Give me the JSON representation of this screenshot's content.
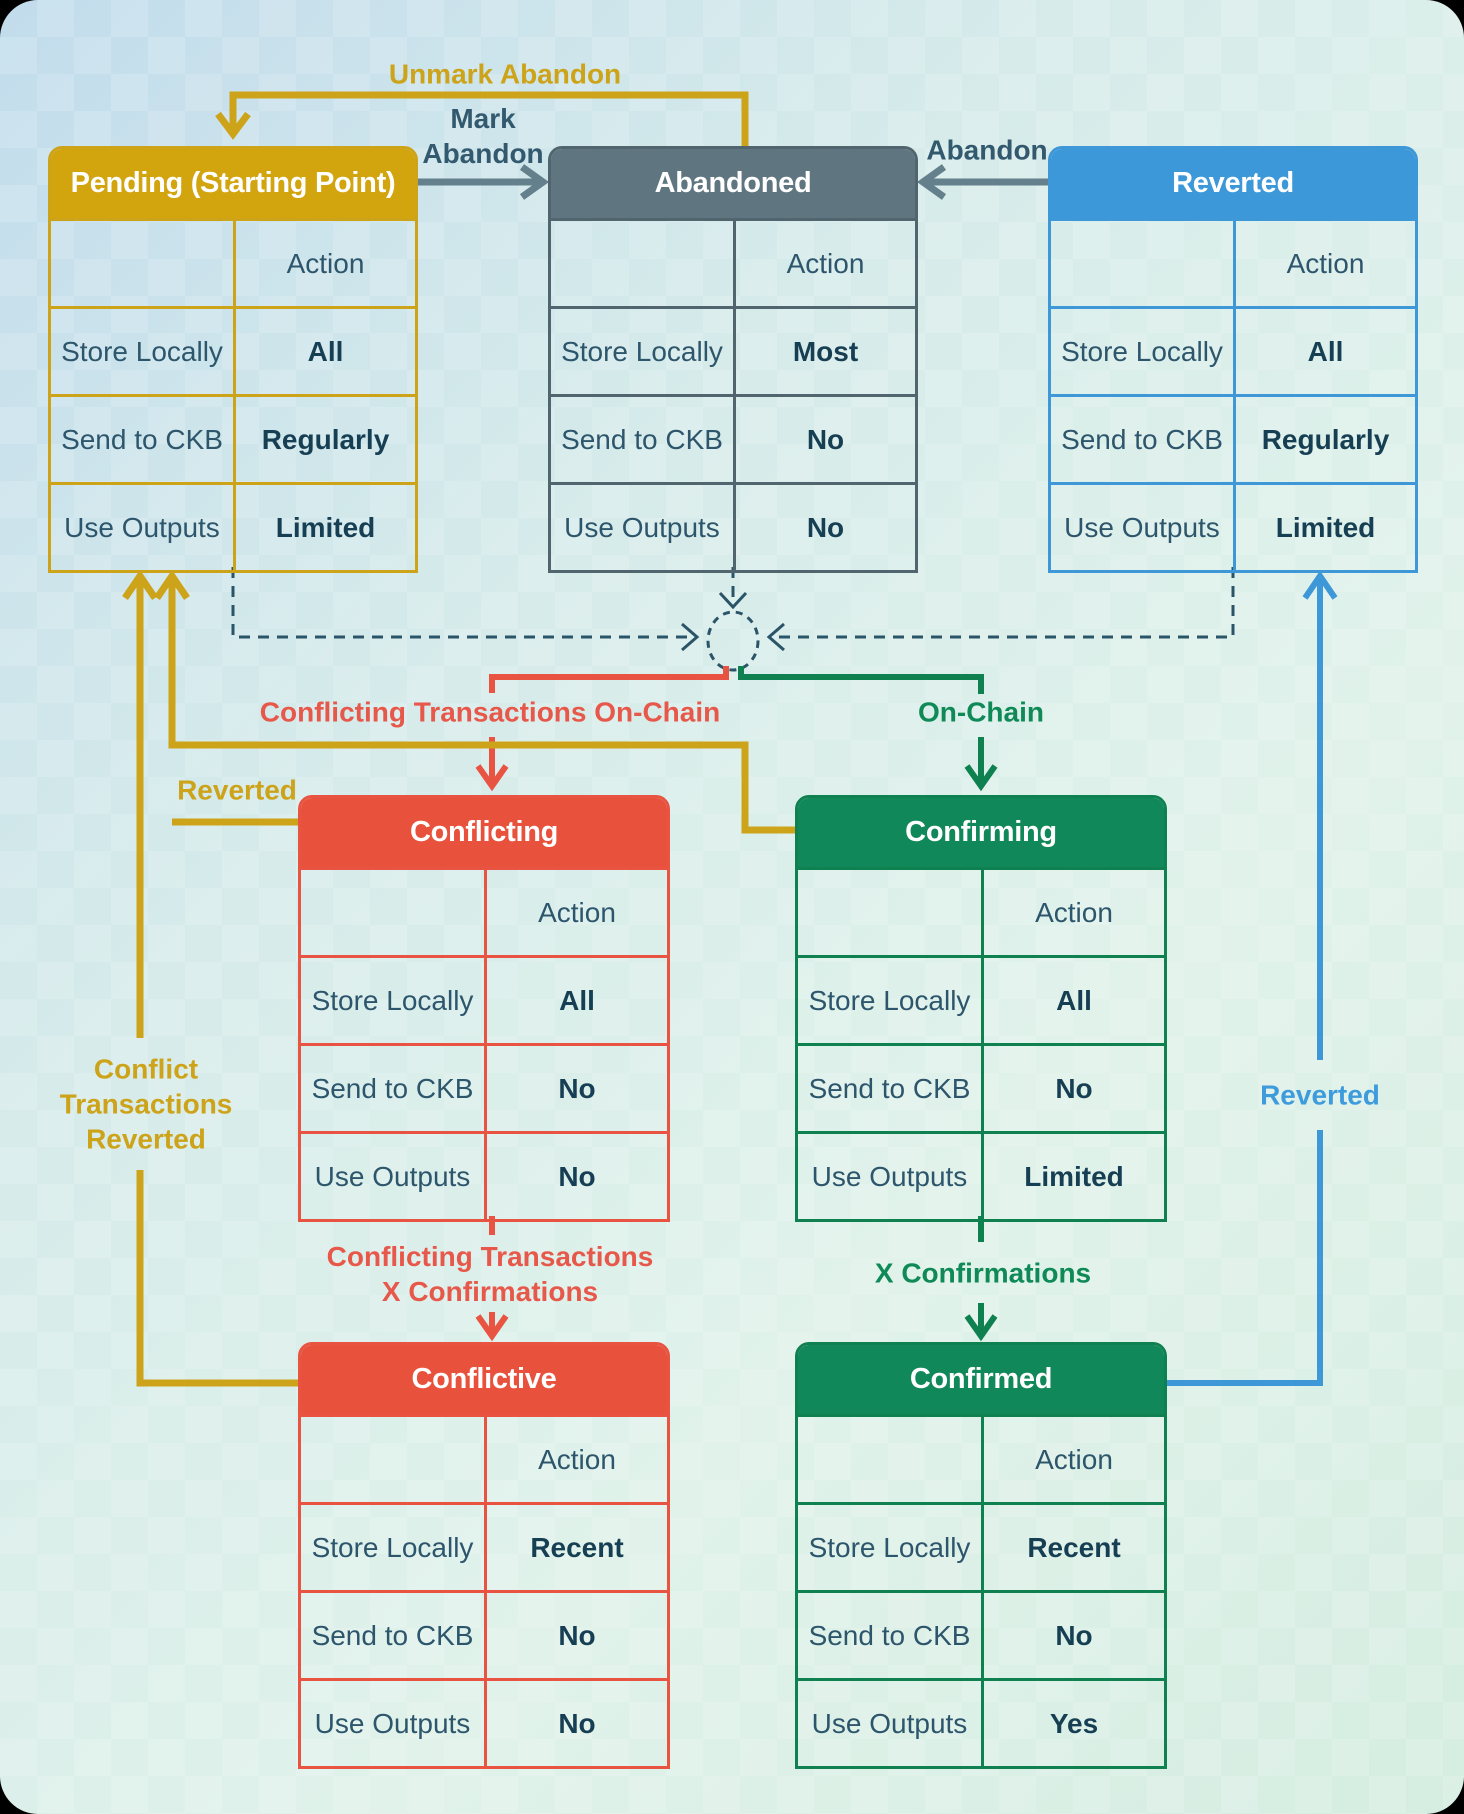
{
  "colors": {
    "gold": "#cda31a",
    "gold_header": "#d2a40e",
    "slate": "#64808c",
    "slate_dark": "#51656f",
    "slate_header": "#5f7681",
    "slate_label": "#33596e",
    "red": "#e85441",
    "red_header": "#e8523c",
    "red_label": "#e7584a",
    "green": "#0f8050",
    "green_header": "#118859",
    "green_label": "#0f8a57",
    "blue": "#3e97d6",
    "blue_header": "#3c98d8",
    "blue_label": "#3e9bdc",
    "dashed": "#2a5468",
    "label_text": "#2d566c",
    "value_text": "#173f54"
  },
  "tables": [
    {
      "key": "pending",
      "title": "Pending (Starting Point)",
      "action_header": "Action",
      "rows": [
        {
          "label": "Store Locally",
          "value": "All"
        },
        {
          "label": "Send to CKB",
          "value": "Regularly"
        },
        {
          "label": "Use Outputs",
          "value": "Limited"
        }
      ]
    },
    {
      "key": "abandoned",
      "title": "Abandoned",
      "action_header": "Action",
      "rows": [
        {
          "label": "Store Locally",
          "value": "Most"
        },
        {
          "label": "Send to CKB",
          "value": "No"
        },
        {
          "label": "Use Outputs",
          "value": "No"
        }
      ]
    },
    {
      "key": "reverted",
      "title": "Reverted",
      "action_header": "Action",
      "rows": [
        {
          "label": "Store Locally",
          "value": "All"
        },
        {
          "label": "Send to CKB",
          "value": "Regularly"
        },
        {
          "label": "Use Outputs",
          "value": "Limited"
        }
      ]
    },
    {
      "key": "conflicting",
      "title": "Conflicting",
      "action_header": "Action",
      "rows": [
        {
          "label": "Store Locally",
          "value": "All"
        },
        {
          "label": "Send to CKB",
          "value": "No"
        },
        {
          "label": "Use Outputs",
          "value": "No"
        }
      ]
    },
    {
      "key": "confirming",
      "title": "Confirming",
      "action_header": "Action",
      "rows": [
        {
          "label": "Store Locally",
          "value": "All"
        },
        {
          "label": "Send to CKB",
          "value": "No"
        },
        {
          "label": "Use Outputs",
          "value": "Limited"
        }
      ]
    },
    {
      "key": "conflictive",
      "title": "Conflictive",
      "action_header": "Action",
      "rows": [
        {
          "label": "Store Locally",
          "value": "Recent"
        },
        {
          "label": "Send to CKB",
          "value": "No"
        },
        {
          "label": "Use Outputs",
          "value": "No"
        }
      ]
    },
    {
      "key": "confirmed",
      "title": "Confirmed",
      "action_header": "Action",
      "rows": [
        {
          "label": "Store Locally",
          "value": "Recent"
        },
        {
          "label": "Send to CKB",
          "value": "No"
        },
        {
          "label": "Use Outputs",
          "value": "Yes"
        }
      ]
    }
  ],
  "edge_labels": {
    "unmark_abandon": "Unmark Abandon",
    "mark_abandon": "Mark\nAbandon",
    "abandon": "Abandon",
    "conflicting_transactions_on_chain": "Conflicting Transactions On-Chain",
    "on_chain": "On-Chain",
    "reverted_from_confirming": "Reverted",
    "conflict_transactions_reverted": "Conflict\nTransactions\nReverted",
    "conflicting_transactions_x_confirmations": "Conflicting Transactions\nX Confirmations",
    "x_confirmations": "X Confirmations",
    "reverted_from_confirmed": "Reverted"
  }
}
